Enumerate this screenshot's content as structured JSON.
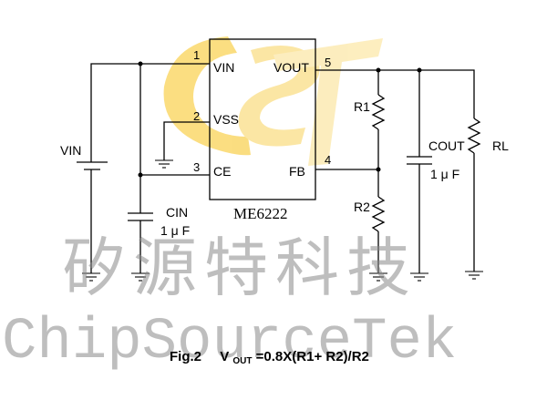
{
  "ic": {
    "name": "ME6222",
    "pins": {
      "vin": {
        "num": "1",
        "label": "VIN"
      },
      "vss": {
        "num": "2",
        "label": "VSS"
      },
      "ce": {
        "num": "3",
        "label": "CE"
      },
      "fb": {
        "num": "4",
        "label": "FB"
      },
      "vout": {
        "num": "5",
        "label": "VOUT"
      }
    }
  },
  "components": {
    "vin_source": "VIN",
    "cin": "CIN",
    "cin_value": "1 μ F",
    "r1": "R1",
    "r2": "R2",
    "cout": "COUT",
    "cout_value": "1 μ F",
    "rl": "RL"
  },
  "watermark": {
    "chinese": "矽源特科技",
    "english": "ChipSourceTek",
    "logo_colors": [
      "#f5b800",
      "#fde89a"
    ]
  },
  "caption": {
    "fig": "Fig.2",
    "v": "V",
    "sub": "OUT",
    "formula": "=0.8X(R1+ R2)/R2"
  }
}
